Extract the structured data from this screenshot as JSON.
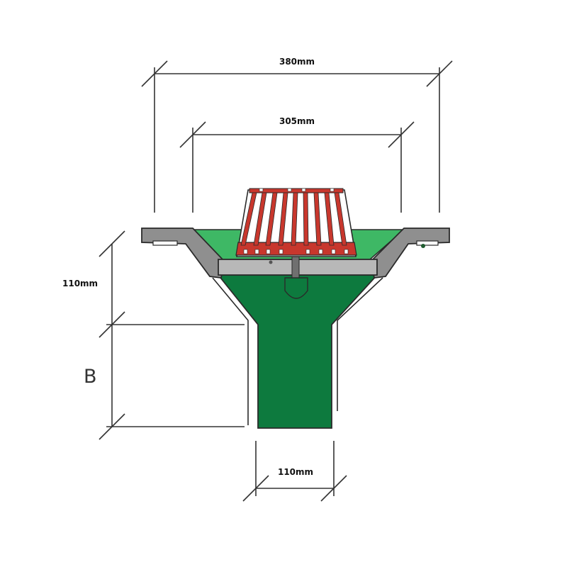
{
  "dimensions": {
    "overall_width": "380mm",
    "grate_width": "305mm",
    "body_height": "110mm",
    "outlet_length": "B",
    "outlet_diameter": "110mm"
  },
  "colors": {
    "body_green": "#0d7a3e",
    "inner_green": "#3eb865",
    "grate_red": "#c8372d",
    "flange_grey": "#8f8f8f",
    "clamp_grey": "#b8b8b8",
    "line": "#333333"
  }
}
